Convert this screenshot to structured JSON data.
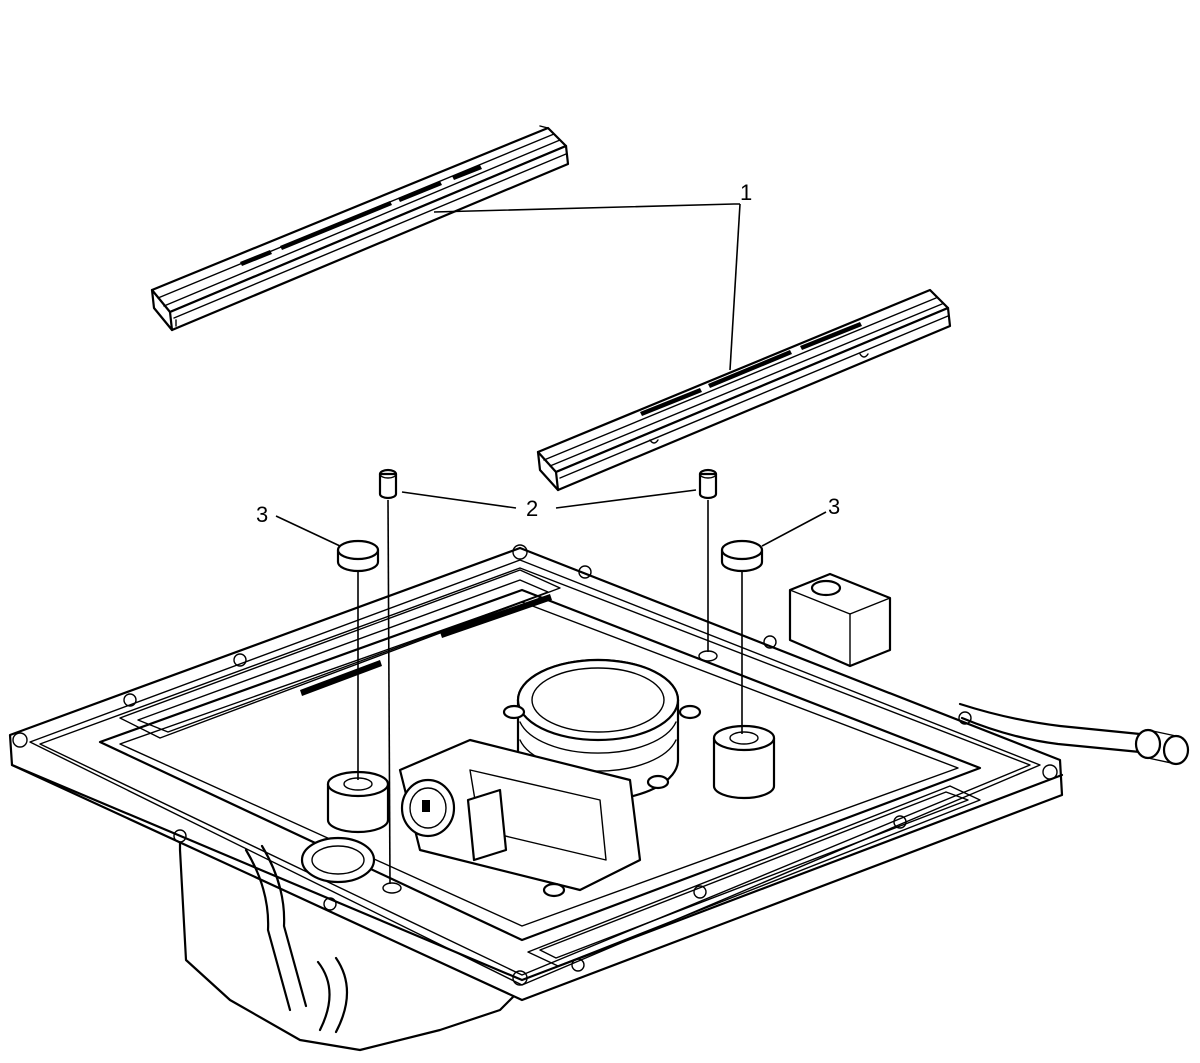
{
  "callouts": [
    {
      "id": "1",
      "label": "1"
    },
    {
      "id": "2",
      "label": "2"
    },
    {
      "id": "3a",
      "label": "3"
    },
    {
      "id": "3b",
      "label": "3"
    }
  ],
  "colors": {
    "line": "#000000",
    "background": "#ffffff"
  }
}
